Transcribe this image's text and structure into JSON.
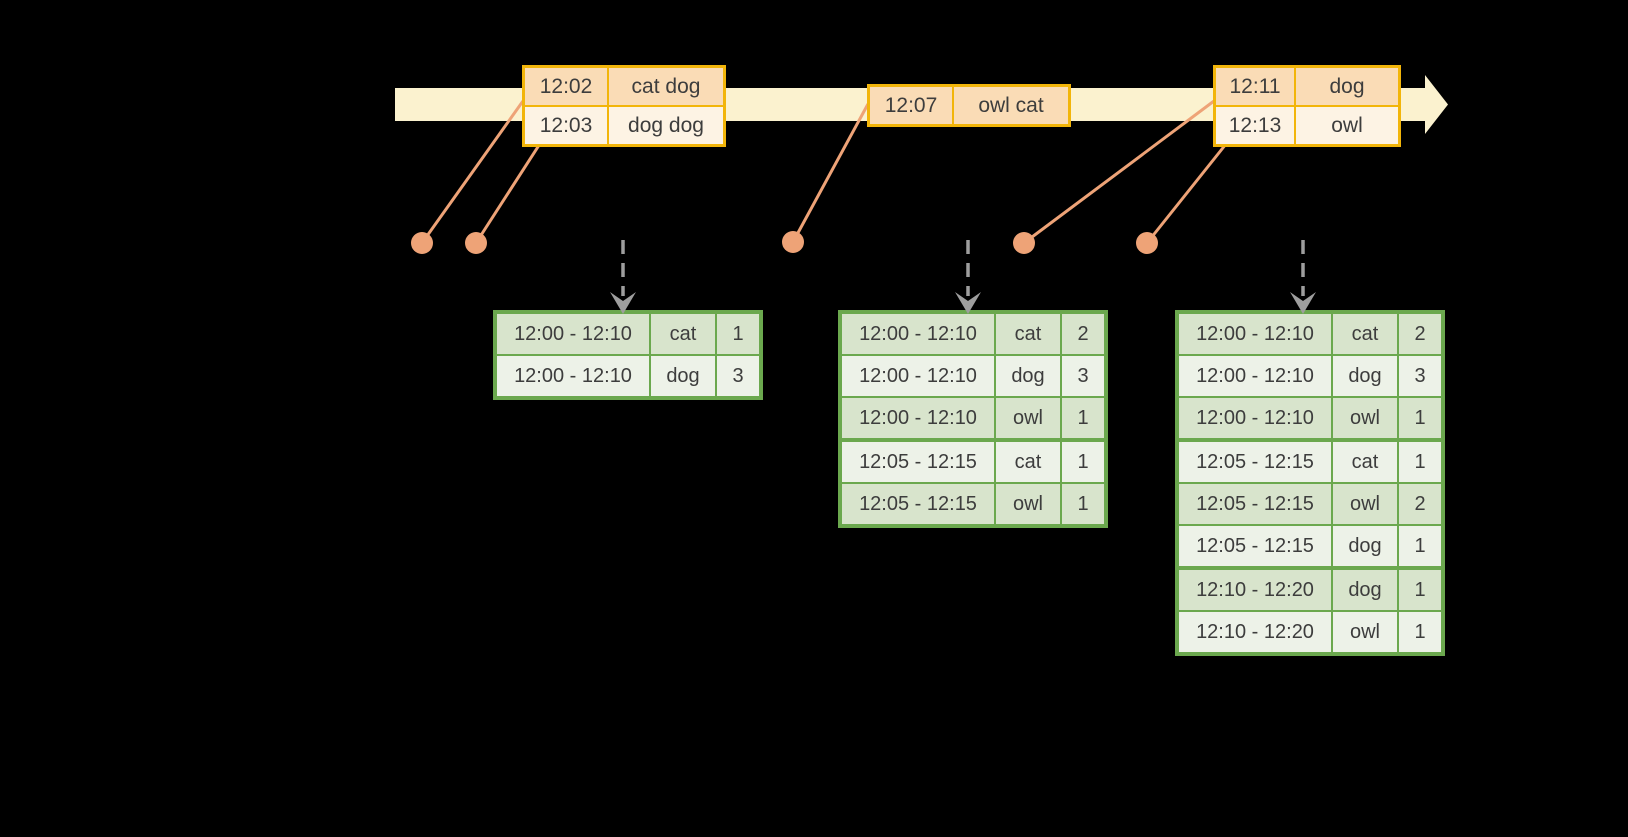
{
  "colors": {
    "background": "#000000",
    "timeline_band": "#FBF2CF",
    "event_table_border": "#F2B50A",
    "event_row_dark": "#FADCB6",
    "event_row_light": "#FDF3E4",
    "event_dot": "#EEA377",
    "trigger_arrow_grey": "#9E9E9E",
    "result_table_border": "#6BA84E",
    "result_row_dark": "#D8E4CC",
    "result_row_light": "#EDF2E8",
    "text": "#3D3D3D"
  },
  "icons": {
    "timeline_arrow": "block-arrow-right",
    "trigger_arrow": "dashed-arrow-down",
    "event_marker": "filled-circle"
  },
  "event_tables": [
    {
      "rows": [
        {
          "time": "12:02",
          "words": "cat dog"
        },
        {
          "time": "12:03",
          "words": "dog dog"
        }
      ]
    },
    {
      "rows": [
        {
          "time": "12:07",
          "words": "owl cat"
        }
      ]
    },
    {
      "rows": [
        {
          "time": "12:11",
          "words": "dog"
        },
        {
          "time": "12:13",
          "words": "owl"
        }
      ]
    }
  ],
  "result_tables": [
    {
      "rows": [
        {
          "window": "12:00 - 12:10",
          "word": "cat",
          "count": "1"
        },
        {
          "window": "12:00 - 12:10",
          "word": "dog",
          "count": "3"
        }
      ]
    },
    {
      "rows": [
        {
          "window": "12:00 - 12:10",
          "word": "cat",
          "count": "2"
        },
        {
          "window": "12:00 - 12:10",
          "word": "dog",
          "count": "3"
        },
        {
          "window": "12:00 - 12:10",
          "word": "owl",
          "count": "1"
        },
        {
          "window": "12:05 - 12:15",
          "word": "cat",
          "count": "1"
        },
        {
          "window": "12:05 - 12:15",
          "word": "owl",
          "count": "1"
        }
      ]
    },
    {
      "rows": [
        {
          "window": "12:00 - 12:10",
          "word": "cat",
          "count": "2"
        },
        {
          "window": "12:00 - 12:10",
          "word": "dog",
          "count": "3"
        },
        {
          "window": "12:00 - 12:10",
          "word": "owl",
          "count": "1"
        },
        {
          "window": "12:05 - 12:15",
          "word": "cat",
          "count": "1"
        },
        {
          "window": "12:05 - 12:15",
          "word": "owl",
          "count": "2"
        },
        {
          "window": "12:05 - 12:15",
          "word": "dog",
          "count": "1"
        },
        {
          "window": "12:10 - 12:20",
          "word": "dog",
          "count": "1"
        },
        {
          "window": "12:10 - 12:20",
          "word": "owl",
          "count": "1"
        }
      ]
    }
  ]
}
